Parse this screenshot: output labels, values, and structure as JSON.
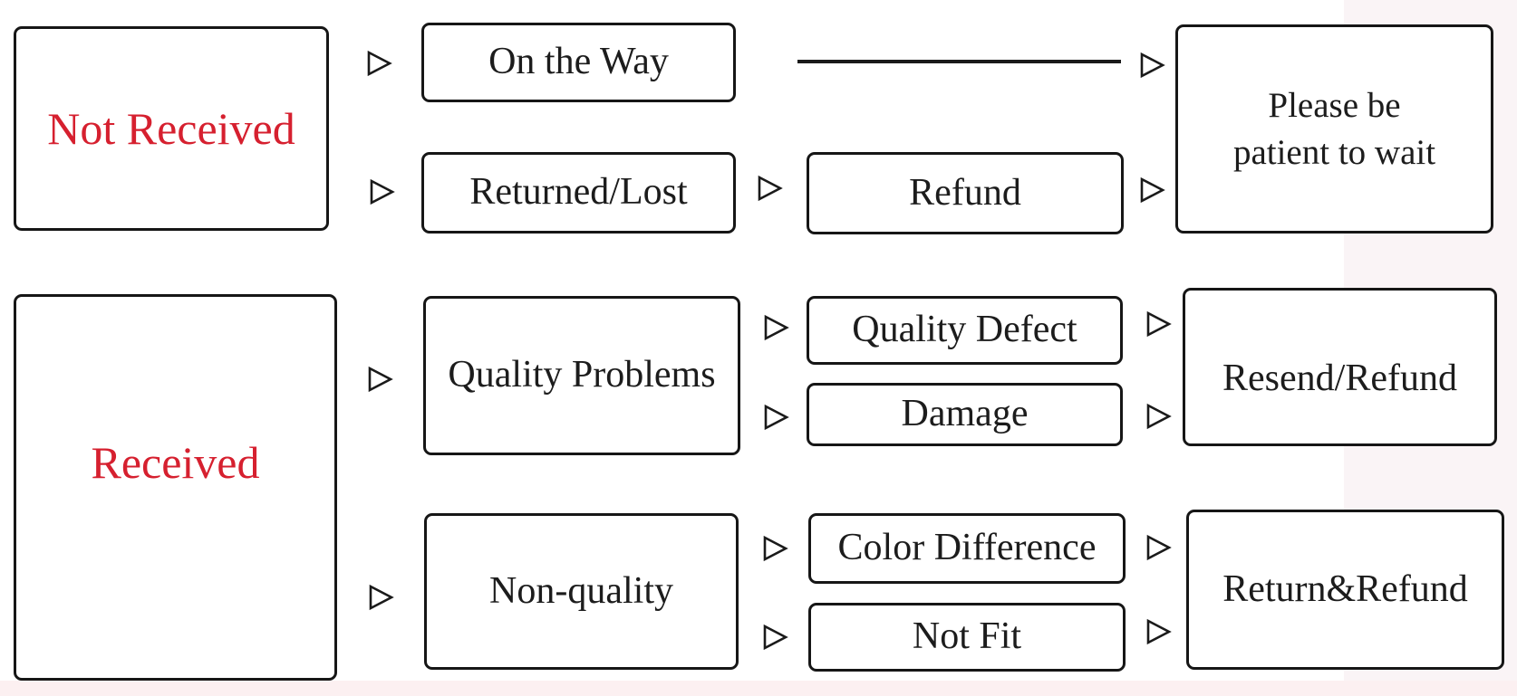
{
  "diagram": {
    "background_color": "#ffffff",
    "accent_red": "#d6202f",
    "stroke_color": "#1a1a1a",
    "arrow_icon": "hollow-right-triangle",
    "nodes": {
      "not_received": {
        "label": "Not Received",
        "emphasis": "red"
      },
      "on_the_way": {
        "label": "On the Way"
      },
      "returned_lost": {
        "label": "Returned/Lost"
      },
      "refund": {
        "label": "Refund"
      },
      "please_wait": {
        "label": "Please be\npatient to wait"
      },
      "received": {
        "label": "Received",
        "emphasis": "red"
      },
      "quality_problems": {
        "label": "Quality Problems"
      },
      "quality_defect": {
        "label": "Quality Defect"
      },
      "damage": {
        "label": "Damage"
      },
      "resend_refund": {
        "label": "Resend/Refund"
      },
      "non_quality": {
        "label": "Non-quality"
      },
      "color_difference": {
        "label": "Color Difference"
      },
      "not_fit": {
        "label": "Not Fit"
      },
      "return_refund": {
        "label": "Return&Refund"
      }
    },
    "edges": [
      {
        "from": "Not Received",
        "to": "On the Way"
      },
      {
        "from": "On the Way",
        "to": "Please be patient to wait"
      },
      {
        "from": "Not Received",
        "to": "Returned/Lost"
      },
      {
        "from": "Returned/Lost",
        "to": "Refund"
      },
      {
        "from": "Refund",
        "to": "Please be patient to wait"
      },
      {
        "from": "Received",
        "to": "Quality Problems"
      },
      {
        "from": "Quality Problems",
        "to": "Quality Defect"
      },
      {
        "from": "Quality Problems",
        "to": "Damage"
      },
      {
        "from": "Quality Defect",
        "to": "Resend/Refund"
      },
      {
        "from": "Damage",
        "to": "Resend/Refund"
      },
      {
        "from": "Received",
        "to": "Non-quality"
      },
      {
        "from": "Non-quality",
        "to": "Color Difference"
      },
      {
        "from": "Non-quality",
        "to": "Not Fit"
      },
      {
        "from": "Color Difference",
        "to": "Return&Refund"
      },
      {
        "from": "Not Fit",
        "to": "Return&Refund"
      }
    ]
  }
}
